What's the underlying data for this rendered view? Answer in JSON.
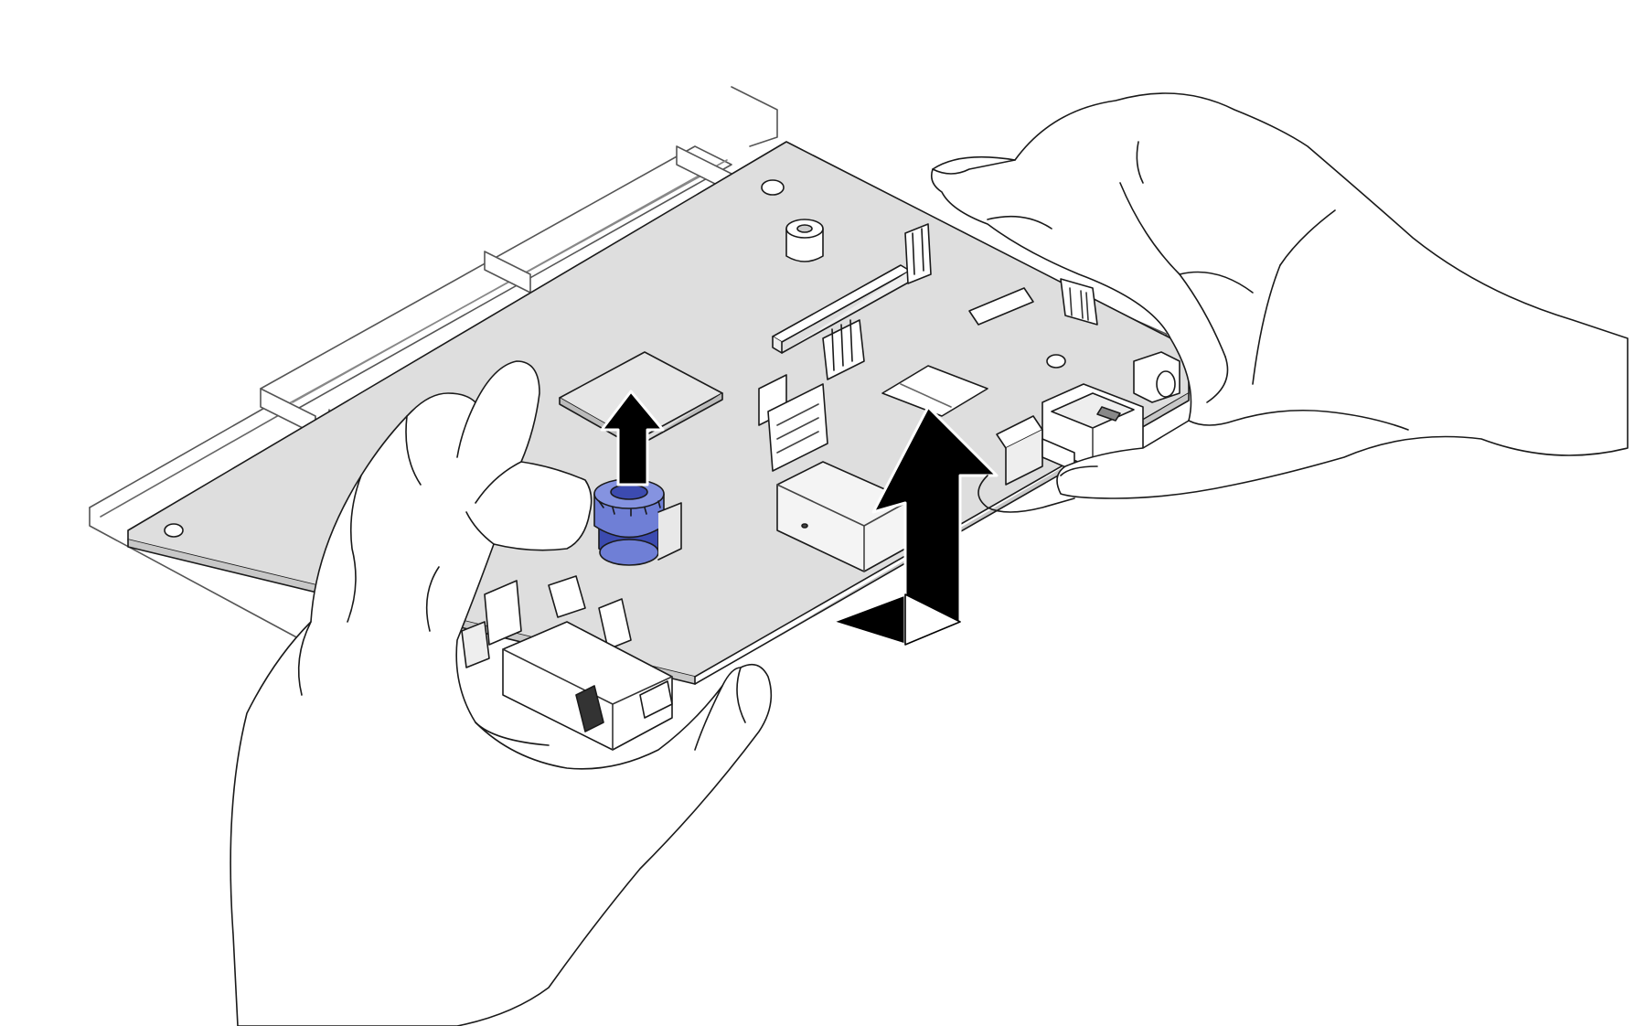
{
  "figure": {
    "kind": "hardware-removal-illustration",
    "colors": {
      "background": "#ffffff",
      "line": "#1a1a1a",
      "board_fill": "#dedede",
      "tray_fill": "#ffffff",
      "plunger_blue": "#6f7fd6",
      "plunger_blue_dark": "#3c4bb0",
      "arrow_fill": "#000000",
      "hand_fill": "#ffffff"
    },
    "icons": [
      "lift-up-arrow",
      "lift-up-arrow-large",
      "release-plunger"
    ]
  }
}
